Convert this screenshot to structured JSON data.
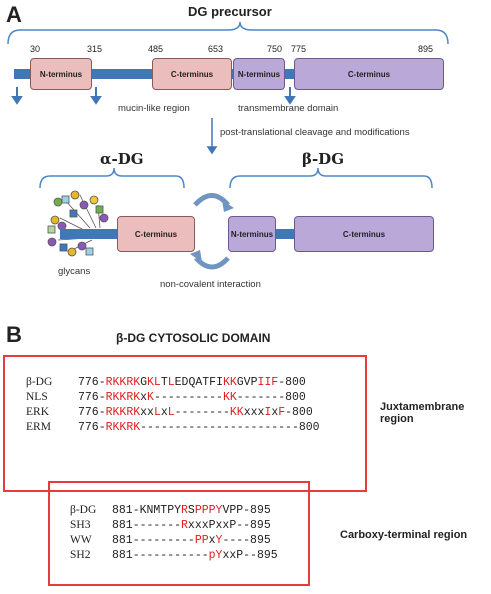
{
  "panel_a": {
    "letter": "A",
    "title": "DG precursor",
    "positions": [
      "30",
      "315",
      "485",
      "653",
      "750",
      "775",
      "895"
    ],
    "boxes": {
      "n_term_1": "N-terminus",
      "c_term_1": "C-terminus",
      "n_term_2": "N-terminus",
      "c_term_2": "C-terminus"
    },
    "mucin_label": "mucin-like region",
    "tm_label": "transmembrane domain",
    "cleavage_label": "post-translational cleavage and modifications",
    "alpha_label": "α-DG",
    "beta_label": "β-DG",
    "alpha_cterm": "C-terminus",
    "beta_nterm": "N-terminus",
    "beta_cterm": "C-terminus",
    "glycans_label": "glycans",
    "interaction_label": "non-covalent interaction",
    "colors": {
      "bar": "#3f77b8",
      "pink": "#ebbdbd",
      "purple": "#b9a8d8",
      "bracket": "#4f86c6"
    }
  },
  "panel_b": {
    "letter": "B",
    "title": "β-DG CYTOSOLIC DOMAIN",
    "juxta": {
      "region_label": "Juxtamembrane region",
      "rows": [
        {
          "name": "β-DG",
          "segments": [
            [
              "776-",
              0
            ],
            [
              "RKKRK",
              1
            ],
            [
              "G",
              0
            ],
            [
              "KL",
              1
            ],
            [
              "T",
              0
            ],
            [
              "L",
              1
            ],
            [
              "EDQATFI",
              0
            ],
            [
              "KK",
              1
            ],
            [
              "GVP",
              0
            ],
            [
              "IIF",
              1
            ],
            [
              "-800",
              0
            ]
          ]
        },
        {
          "name": "NLS",
          "segments": [
            [
              "776-",
              0
            ],
            [
              "RKKRK",
              1
            ],
            [
              "x",
              0
            ],
            [
              "K",
              1
            ],
            [
              "----------",
              0
            ],
            [
              "KK",
              1
            ],
            [
              "------",
              0
            ],
            [
              "-800",
              0
            ]
          ]
        },
        {
          "name": "ERK",
          "segments": [
            [
              "776-",
              0
            ],
            [
              "RKKRK",
              1
            ],
            [
              "xx",
              0
            ],
            [
              "L",
              1
            ],
            [
              "x",
              0
            ],
            [
              "L",
              1
            ],
            [
              "--------",
              0
            ],
            [
              "KK",
              1
            ],
            [
              "xxx",
              0
            ],
            [
              "I",
              1
            ],
            [
              "x",
              0
            ],
            [
              "F",
              1
            ],
            [
              "-800",
              0
            ]
          ]
        },
        {
          "name": "ERM",
          "segments": [
            [
              "776-",
              0
            ],
            [
              "RKKRK",
              1
            ],
            [
              "-----------------------",
              0
            ],
            [
              "800",
              0
            ]
          ]
        }
      ]
    },
    "carboxy": {
      "region_label": "Carboxy-terminal region",
      "rows": [
        {
          "name": "β-DG",
          "segments": [
            [
              "881-KNMTPY",
              0
            ],
            [
              "R",
              1
            ],
            [
              "S",
              0
            ],
            [
              "PPPY",
              1
            ],
            [
              "VPP-895",
              0
            ]
          ]
        },
        {
          "name": "SH3",
          "segments": [
            [
              "881-------",
              0
            ],
            [
              "R",
              1
            ],
            [
              "xxxPxxP--895",
              0
            ]
          ]
        },
        {
          "name": "WW",
          "segments": [
            [
              "881---------",
              0
            ],
            [
              "PP",
              1
            ],
            [
              "x",
              0
            ],
            [
              "Y",
              1
            ],
            [
              "----895",
              0
            ]
          ]
        },
        {
          "name": "SH2",
          "segments": [
            [
              "881-----------",
              0
            ],
            [
              "pY",
              1
            ],
            [
              "xxP--895",
              0
            ]
          ]
        }
      ]
    },
    "colors": {
      "box_border": "#e43d3d",
      "highlight": "#e02020"
    }
  }
}
